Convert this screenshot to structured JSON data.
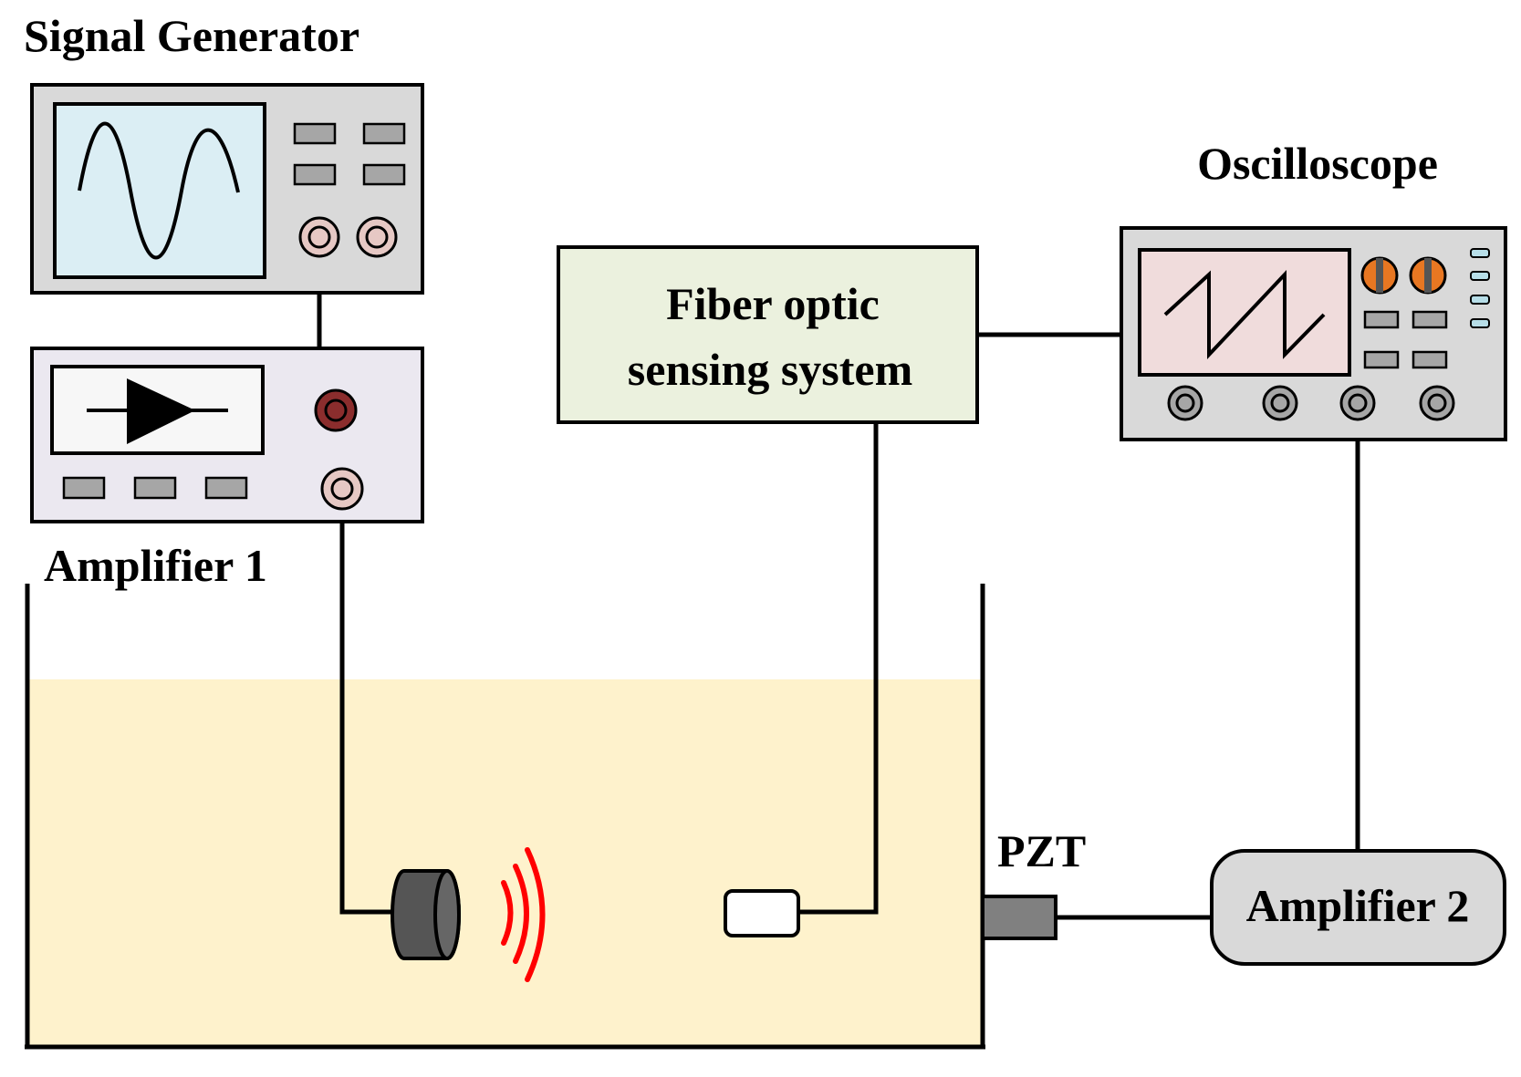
{
  "labels": {
    "signal_generator": "Signal Generator",
    "amplifier_1": "Amplifier 1",
    "oscilloscope": "Oscilloscope",
    "fiber_line_1": "Fiber optic",
    "fiber_line_2": "sensing system",
    "pzt": "PZT",
    "amplifier_2": "Amplifier 2"
  },
  "colors": {
    "device_body": "#d9d9d9",
    "signal_screen": "#dbeef4",
    "amplifier_body": "#ebe8f0",
    "oscilloscope_screen": "#f0dcdc",
    "fiber_box": "#ebf1de",
    "water": "#fef2cc",
    "knob_orange": "#e87722",
    "wave_red": "#ff0000",
    "button_blue": "#b7dee8",
    "jack_pink": "#e6c8c4",
    "jack_dark": "#8b2d2d"
  }
}
